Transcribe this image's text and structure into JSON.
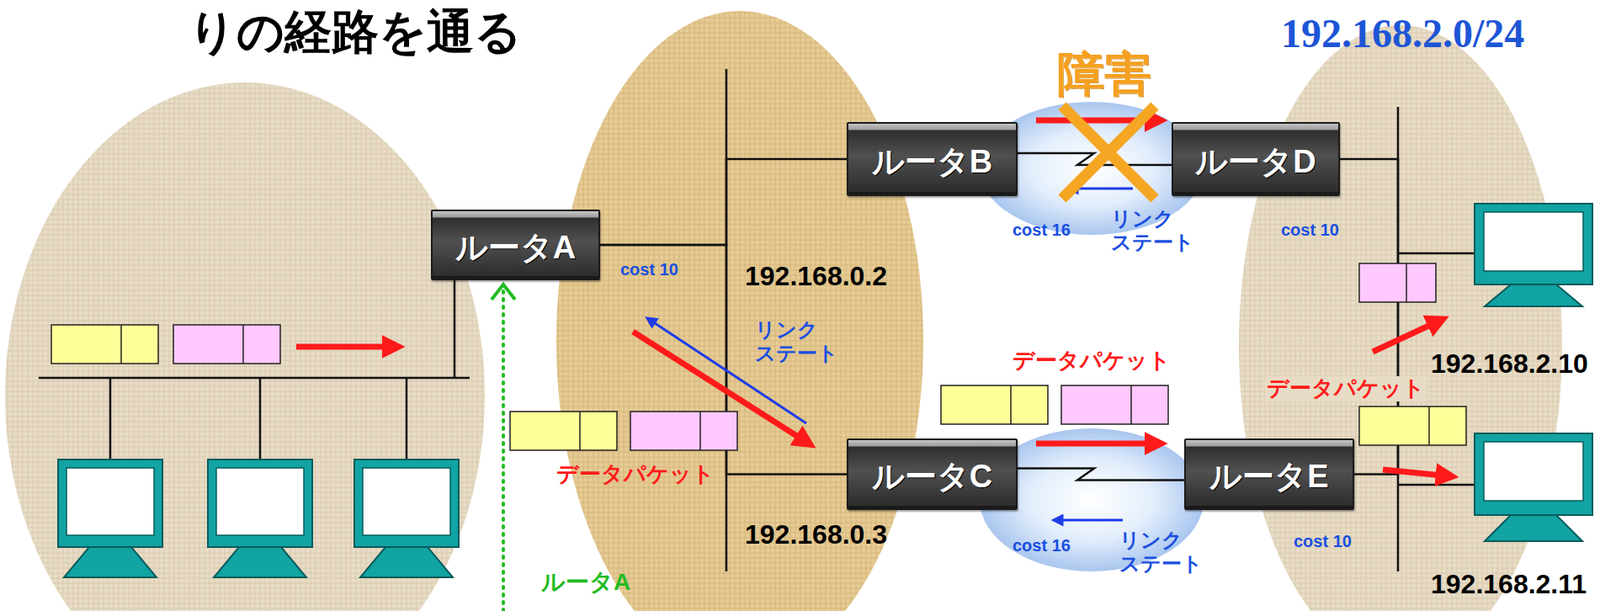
{
  "diagram": {
    "title": "りの経路を通る",
    "nodes": [
      {
        "text": [
          "ルータA"
        ]
      },
      {
        "text": [
          "ルータB"
        ]
      },
      {
        "text": [
          "ルータC"
        ]
      },
      {
        "text": [
          "ルータD"
        ]
      },
      {
        "text": [
          "ルータE"
        ]
      }
    ],
    "edges": [
      {
        "from": 0,
        "to": 1,
        "arrow": "none"
      },
      {
        "from": 0,
        "to": 2,
        "arrow": "none"
      },
      {
        "from": 1,
        "to": 3,
        "arrow": "none"
      },
      {
        "from": 2,
        "to": 4,
        "arrow": "none"
      },
      {
        "from": 3,
        "to": 4,
        "arrow": "none"
      }
    ],
    "labels": [
      "192.168.2.0/24",
      "障害",
      "cost 16",
      "リンク ステート",
      "cost 10",
      "cost 10",
      "192.168.0.2",
      "リンク ステート",
      "データパケット",
      "192.168.2.10",
      "データパケット",
      "データパケット",
      "192.168.0.3",
      "cost 16",
      "リンク ステート",
      "cost 10",
      "ルータA",
      "192.168.2.11"
    ]
  }
}
